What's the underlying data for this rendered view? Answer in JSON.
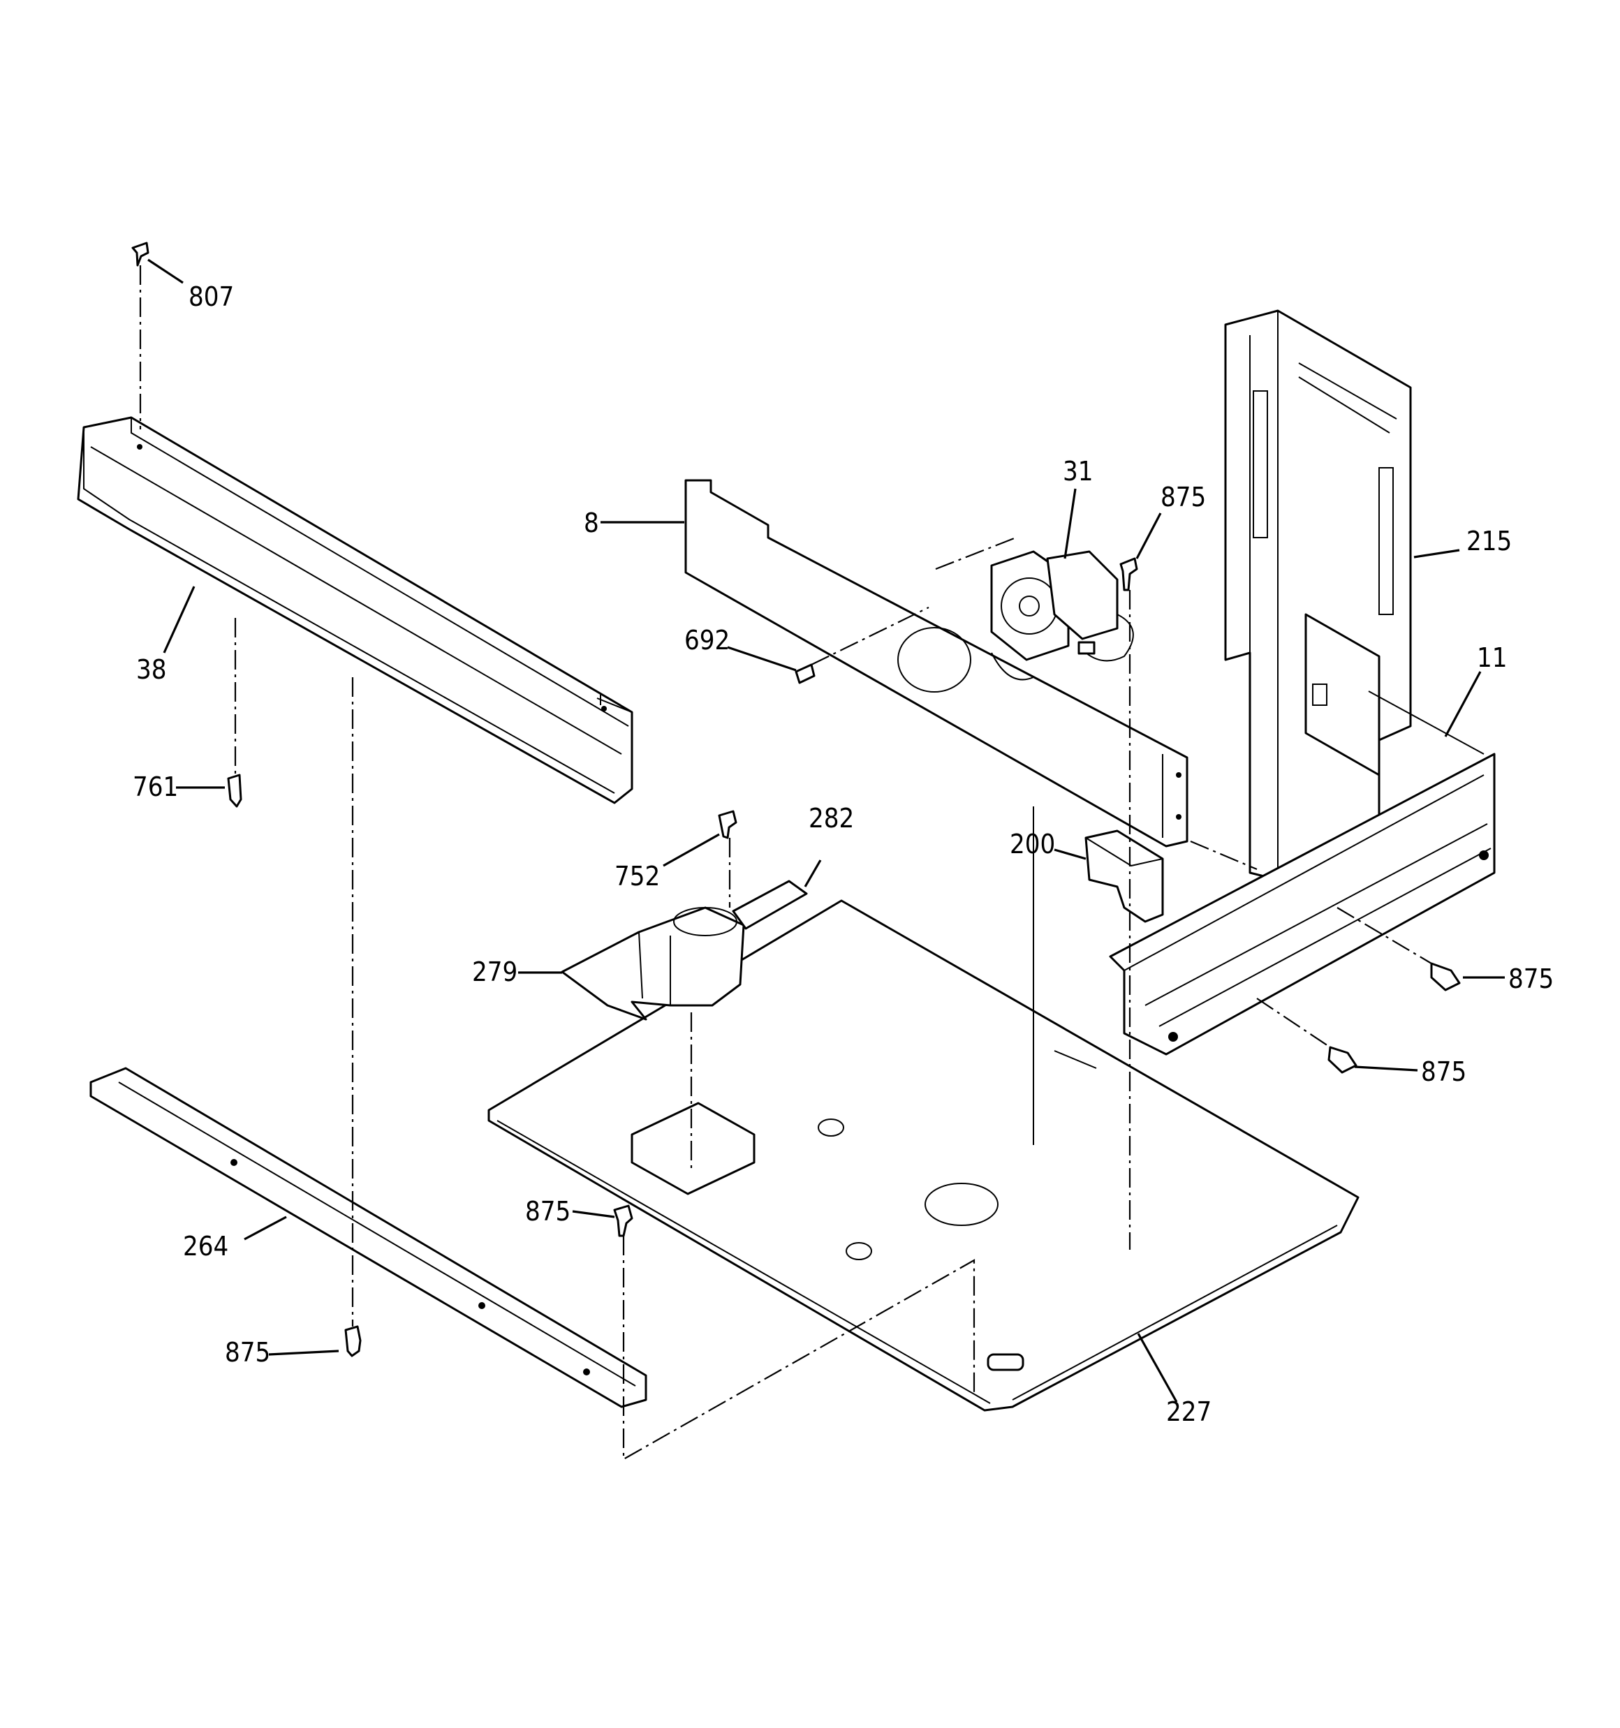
{
  "callouts": [
    {
      "id": "c807a",
      "text": "807"
    },
    {
      "id": "c38",
      "text": "38"
    },
    {
      "id": "c761",
      "text": "761"
    },
    {
      "id": "c8",
      "text": "8"
    },
    {
      "id": "c31",
      "text": "31"
    },
    {
      "id": "c875a",
      "text": "875"
    },
    {
      "id": "c215",
      "text": "215"
    },
    {
      "id": "c692",
      "text": "692"
    },
    {
      "id": "c11",
      "text": "11"
    },
    {
      "id": "c282",
      "text": "282"
    },
    {
      "id": "c200",
      "text": "200"
    },
    {
      "id": "c752",
      "text": "752"
    },
    {
      "id": "c279",
      "text": "279"
    },
    {
      "id": "c875b",
      "text": "875"
    },
    {
      "id": "c875c",
      "text": "875"
    },
    {
      "id": "c875d",
      "text": "875"
    },
    {
      "id": "c264",
      "text": "264"
    },
    {
      "id": "c875e",
      "text": "875"
    },
    {
      "id": "c227",
      "text": "227"
    }
  ]
}
